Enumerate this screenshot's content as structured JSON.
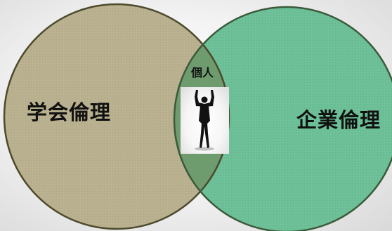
{
  "diagram": {
    "left_circle": {
      "label": "学会倫理",
      "fill": "#b8b08e",
      "stroke": "#4d4a2d"
    },
    "right_circle": {
      "label": "企業倫理",
      "fill": "#6cbf97",
      "stroke": "#3c5a3a"
    },
    "overlap": {
      "label": "個人",
      "fill": "#6f9c6f"
    },
    "photo": {
      "icon": "person-arms-raised-icon"
    }
  }
}
